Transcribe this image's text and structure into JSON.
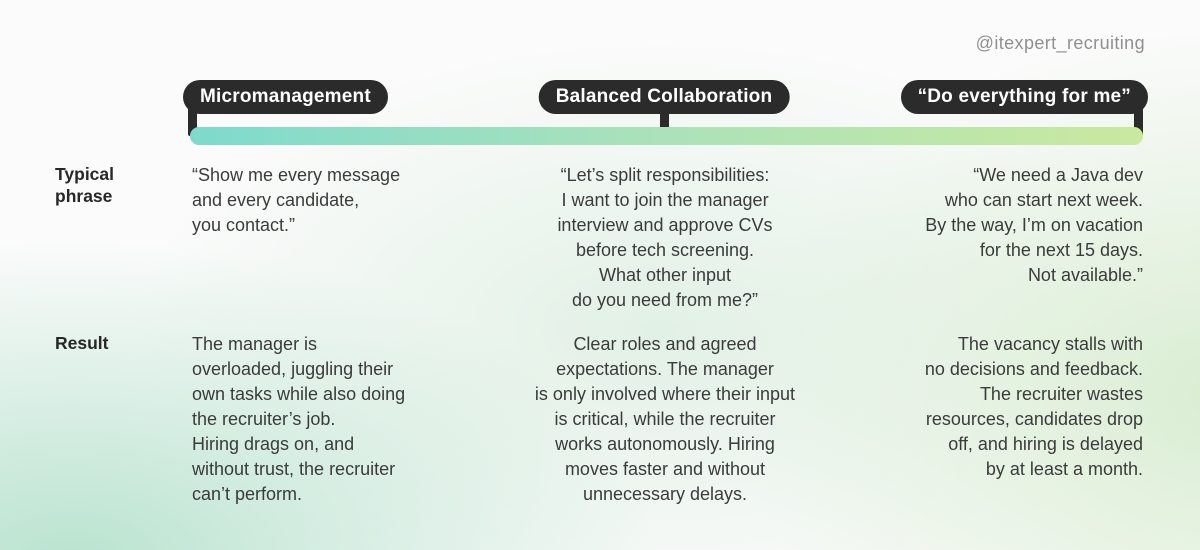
{
  "handle": "@itexpert_recruiting",
  "rows": {
    "typical_phrase_label": "Typical\nphrase",
    "result_label": "Result"
  },
  "columns": [
    {
      "label": "Micromanagement",
      "typical_phrase": "“Show me every message\nand every candidate,\nyou contact.”",
      "result": "The manager is\noverloaded, juggling their\nown tasks while also doing\nthe recruiter’s job.\nHiring drags on, and\nwithout trust, the recruiter\ncan’t perform."
    },
    {
      "label": "Balanced Collaboration",
      "typical_phrase": "“Let’s split responsibilities:\nI want to join the manager\ninterview and approve CVs\nbefore tech screening.\nWhat other input\ndo you need from me?”",
      "result": "Clear roles and agreed\nexpectations. The manager\nis only involved where their input\nis critical, while the recruiter\nworks autonomously. Hiring\nmoves faster and without\nunnecessary delays."
    },
    {
      "label": "“Do everything for me”",
      "typical_phrase": "“We need a Java dev\nwho can start next week.\nBy the way, I’m on vacation\nfor the next 15 days.\nNot available.”",
      "result": "The vacancy stalls with\nno decisions and feedback.\nThe recruiter wastes\nresources, candidates drop\noff, and hiring is delayed\nby at least a month."
    }
  ],
  "colors": {
    "pill_bg": "#2b2b2b",
    "pill_text": "#ffffff",
    "bar_start": "#7edacd",
    "bar_mid": "#abe1ba",
    "bar_end": "#c9e9a0",
    "text": "#3b3b3b",
    "label": "#272727",
    "handle": "#8f9090",
    "bg_base": "#fbfbfb",
    "bg_mint": "#b9e3cf",
    "bg_green": "#d9edd2"
  }
}
